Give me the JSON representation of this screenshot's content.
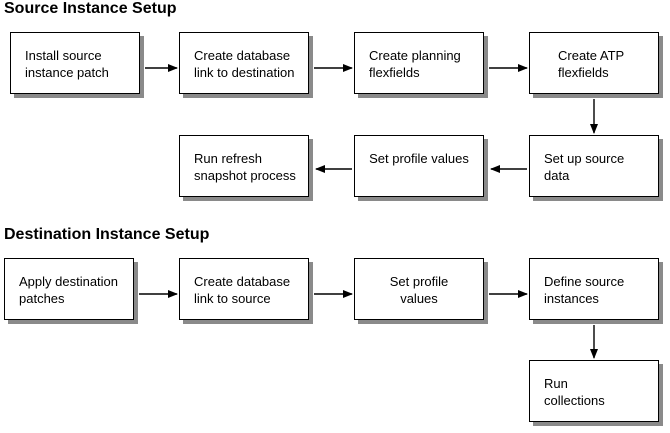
{
  "source_section": {
    "title": "Source Instance Setup",
    "steps": [
      "Install source\ninstance patch",
      "Create database\nlink to destination",
      "Create planning\nflexfields",
      "Create ATP\nflexfields",
      "Set up source\ndata",
      "Set profile values",
      "Run refresh\nsnapshot process"
    ]
  },
  "destination_section": {
    "title": "Destination Instance Setup",
    "steps": [
      "Apply destination\npatches",
      "Create database\nlink to source",
      "Set profile\nvalues",
      "Define source\ninstances",
      "Run\ncollections"
    ]
  },
  "colors": {
    "box_border": "#000000",
    "box_shadow": "#8a8a8a",
    "arrow": "#000000"
  }
}
